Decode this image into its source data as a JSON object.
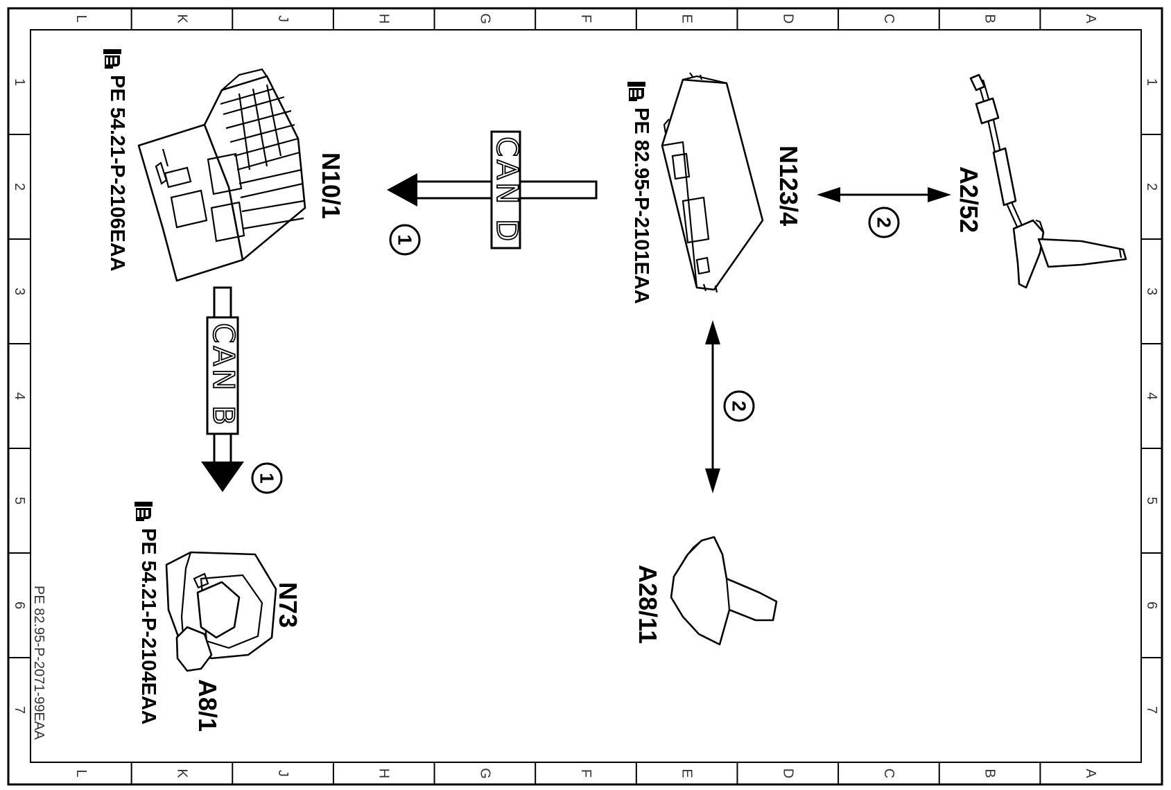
{
  "document_number": "PE 82.95-P-2071-99EAA",
  "frame": {
    "col_letters": [
      "L",
      "K",
      "J",
      "H",
      "G",
      "F",
      "E",
      "D",
      "C",
      "B",
      "A"
    ],
    "row_numbers": [
      "1",
      "2",
      "3",
      "4",
      "5",
      "6",
      "7"
    ]
  },
  "components": {
    "n10_1": {
      "label": "N10/1",
      "ref": "PE 54.21-P-2106EAA"
    },
    "n123_4": {
      "label": "N123/4",
      "ref": "PE 82.95-P-2101EAA"
    },
    "a2_52": {
      "label": "A2/52"
    },
    "a28_11": {
      "label": "A28/11"
    },
    "n73": {
      "label": "N73",
      "ref": "PE 54.21-P-2104EAA"
    },
    "a8_1": {
      "label": "A8/1"
    }
  },
  "connections": {
    "can_d": {
      "label": "CAN D",
      "number": "1"
    },
    "can_b": {
      "label": "CAN B",
      "number": "1"
    },
    "link_a2_52": {
      "number": "2"
    },
    "link_a28_11": {
      "number": "2"
    }
  }
}
